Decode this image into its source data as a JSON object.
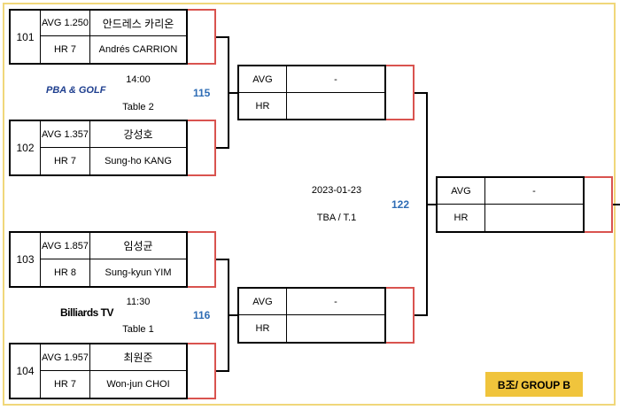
{
  "players": [
    {
      "seed": "101",
      "avg": "AVG 1.250",
      "hr": "HR 7",
      "name_ko": "안드레스 카리온",
      "name_en": "Andrés CARRION"
    },
    {
      "seed": "102",
      "avg": "AVG 1.357",
      "hr": "HR 7",
      "name_ko": "강성호",
      "name_en": "Sung-ho KANG"
    },
    {
      "seed": "103",
      "avg": "AVG 1.857",
      "hr": "HR 8",
      "name_ko": "임성균",
      "name_en": "Sung-kyun YIM"
    },
    {
      "seed": "104",
      "avg": "AVG 1.957",
      "hr": "HR 7",
      "name_ko": "최원준",
      "name_en": "Won-jun CHOI"
    }
  ],
  "matches": {
    "m115": {
      "id": "115",
      "time": "14:00",
      "table": "Table 2",
      "broadcaster": "PBA & GOLF"
    },
    "m116": {
      "id": "116",
      "time": "11:30",
      "table": "Table 1",
      "broadcaster": "Billiards TV"
    },
    "m122": {
      "id": "122",
      "date": "2023-01-23",
      "venue": "TBA / T.1"
    }
  },
  "slots": {
    "avg_label": "AVG",
    "hr_label": "HR",
    "placeholder": "-"
  },
  "group_label": "B조/ GROUP B",
  "colors": {
    "accent_gold": "#f0c43c",
    "frame": "#f0d77a",
    "bracket_red": "#d9534f",
    "match_blue": "#2f6db5"
  }
}
